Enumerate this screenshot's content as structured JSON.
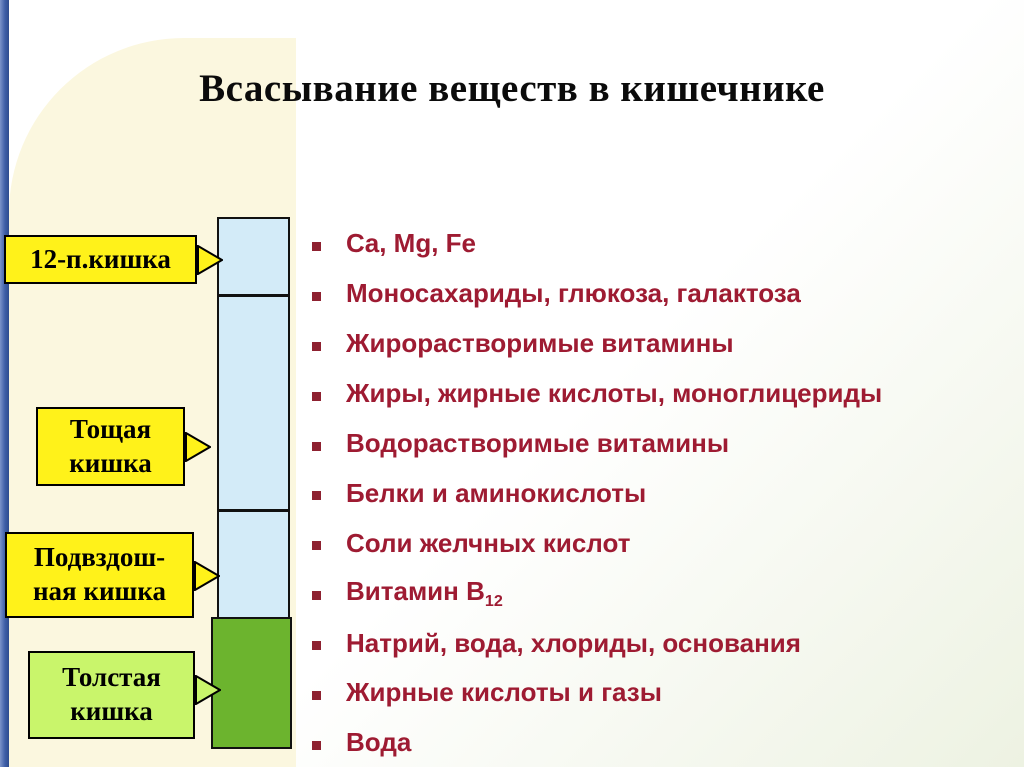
{
  "title": "Всасывание веществ в кишечнике",
  "diagram": {
    "callouts": [
      {
        "label": "12-п.кишка",
        "color": "#FFF21A"
      },
      {
        "label": "Тощая\nкишка",
        "color": "#FFF21A"
      },
      {
        "label": "Подвздош-\nная кишка",
        "color": "#FFF21A"
      },
      {
        "label": "Толстая\nкишка",
        "color": "#C9F56B"
      }
    ],
    "segments": [
      {
        "name": "duodenum-jejunum-ileum-column",
        "color": "#D3EBF8"
      },
      {
        "name": "large-intestine",
        "color": "#6CB42E"
      }
    ]
  },
  "bullets": {
    "items": [
      {
        "text": "Ca, Mg, Fe",
        "sub": ""
      },
      {
        "text": "Моносахариды, глюкоза, галактоза",
        "sub": ""
      },
      {
        "text": "Жирорастворимые витамины",
        "sub": ""
      },
      {
        "text": "Жиры, жирные кислоты, моноглицериды",
        "sub": ""
      },
      {
        "text": "Водорастворимые витамины",
        "sub": ""
      },
      {
        "text": "Белки и аминокислоты",
        "sub": ""
      },
      {
        "text": "Соли желчных кислот",
        "sub": ""
      },
      {
        "text": "Витамин В",
        "sub": "12"
      },
      {
        "text": "Натрий, вода, хлориды, основания",
        "sub": ""
      },
      {
        "text": "Жирные кислоты и газы",
        "sub": ""
      },
      {
        "text": "Вода",
        "sub": ""
      }
    ]
  },
  "colors": {
    "accent_text": "#9E1B32",
    "callout_yellow": "#FFF21A",
    "callout_green": "#C9F56B",
    "intestine_blue": "#D3EBF8",
    "intestine_green": "#6CB42E",
    "edge_bar_blue": "#3F5FA7",
    "bg_cream": "#FBF7DF"
  }
}
